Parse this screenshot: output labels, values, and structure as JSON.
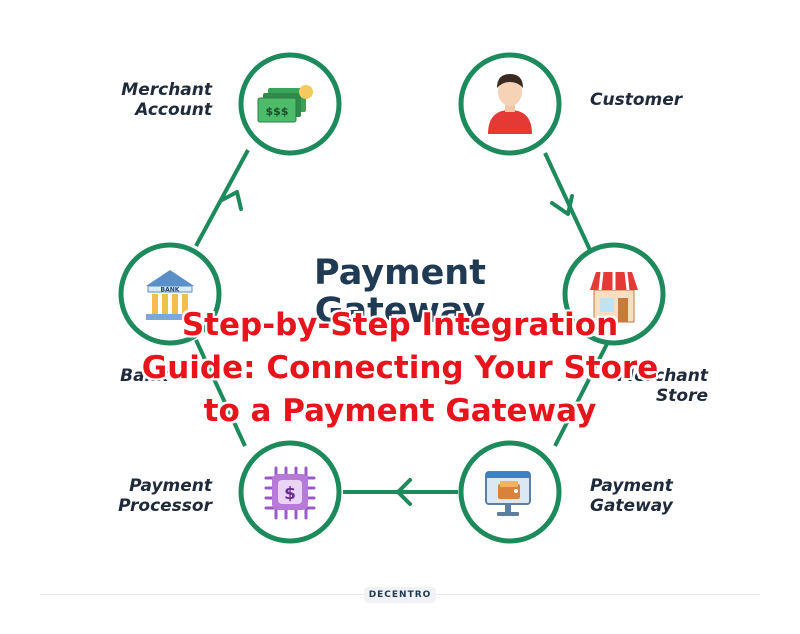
{
  "center_title": [
    "Payment",
    "Gateway"
  ],
  "overlay_title": [
    "Step-by-Step Integration",
    "Guide: Connecting Your Store",
    "to a Payment Gateway"
  ],
  "nodes": {
    "merchant_account": [
      "Merchant",
      "Account"
    ],
    "customer": [
      "Customer"
    ],
    "merchant_store": [
      "Merchant",
      "Store"
    ],
    "payment_gateway": [
      "Payment",
      "Gateway"
    ],
    "payment_processor": [
      "Payment",
      "Processor"
    ],
    "bank": [
      "Bank"
    ]
  },
  "icon_text": {
    "money": "$$$",
    "bank": "BANK",
    "chip": "$"
  },
  "icons": {
    "merchant_account": "cash-icon",
    "customer": "person-icon",
    "merchant_store": "storefront-icon",
    "payment_gateway": "monitor-wallet-icon",
    "payment_processor": "chip-dollar-icon",
    "bank": "bank-building-icon"
  },
  "brand": "DECENTRO",
  "colors": {
    "ring": "#1d8a5c",
    "title": "#e8141b",
    "center_title": "#1f3a52",
    "label": "#1f2a3a"
  }
}
